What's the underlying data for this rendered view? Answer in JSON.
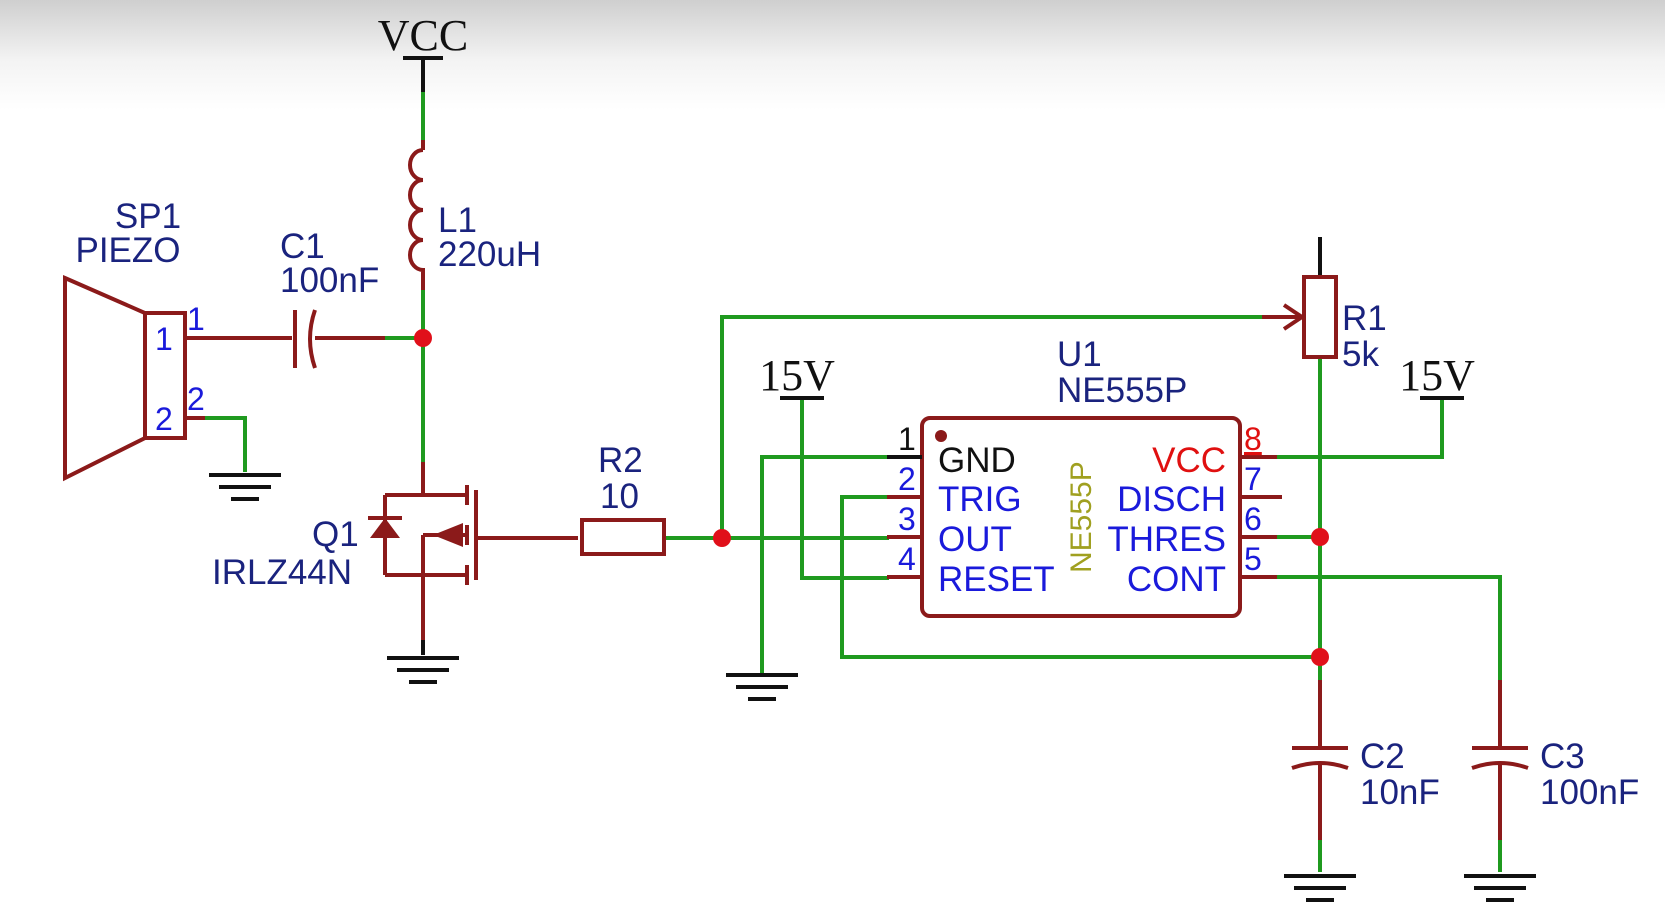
{
  "colors": {
    "wire": "#1f9a1f",
    "component": "#8b1a1a",
    "label": "#1a237e",
    "pin": "#1a1adb",
    "junction": "#e0101a",
    "vcc_pin": "#e01010",
    "ic_name": "#a0a020"
  },
  "power": {
    "vcc": "VCC",
    "v15_left": "15V",
    "v15_right": "15V"
  },
  "sp1": {
    "ref": "SP1",
    "value": "PIEZO",
    "pin1": "1",
    "pin2": "2",
    "pin1_ext": "1",
    "pin2_ext": "2"
  },
  "c1": {
    "ref": "C1",
    "value": "100nF"
  },
  "l1": {
    "ref": "L1",
    "value": "220uH"
  },
  "q1": {
    "ref": "Q1",
    "value": "IRLZ44N"
  },
  "r2": {
    "ref": "R2",
    "value": "10"
  },
  "r1": {
    "ref": "R1",
    "value": "5k"
  },
  "u1": {
    "ref": "U1",
    "value": "NE555P",
    "body_text": "NE555P",
    "left_pins": [
      {
        "num": "1",
        "name": "GND"
      },
      {
        "num": "2",
        "name": "TRIG"
      },
      {
        "num": "3",
        "name": "OUT"
      },
      {
        "num": "4",
        "name": "RESET"
      }
    ],
    "right_pins": [
      {
        "num": "8",
        "name": "VCC"
      },
      {
        "num": "7",
        "name": "DISCH"
      },
      {
        "num": "6",
        "name": "THRES"
      },
      {
        "num": "5",
        "name": "CONT"
      }
    ]
  },
  "c2": {
    "ref": "C2",
    "value": "10nF"
  },
  "c3": {
    "ref": "C3",
    "value": "100nF"
  }
}
